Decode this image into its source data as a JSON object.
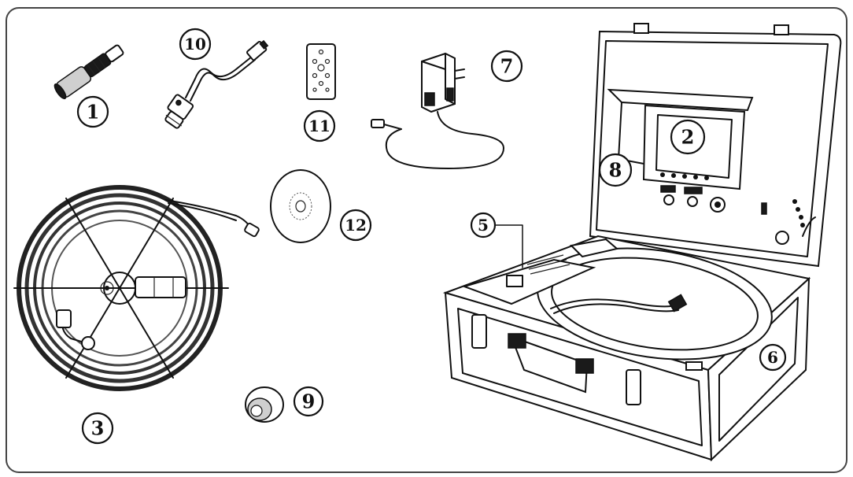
{
  "callouts": [
    {
      "id": "1",
      "label": "1"
    },
    {
      "id": "2",
      "label": "2"
    },
    {
      "id": "3",
      "label": "3"
    },
    {
      "id": "5",
      "label": "5"
    },
    {
      "id": "6",
      "label": "6"
    },
    {
      "id": "7",
      "label": "7"
    },
    {
      "id": "8",
      "label": "8"
    },
    {
      "id": "9",
      "label": "9"
    },
    {
      "id": "10",
      "label": "10"
    },
    {
      "id": "11",
      "label": "11"
    },
    {
      "id": "12",
      "label": "12"
    }
  ]
}
